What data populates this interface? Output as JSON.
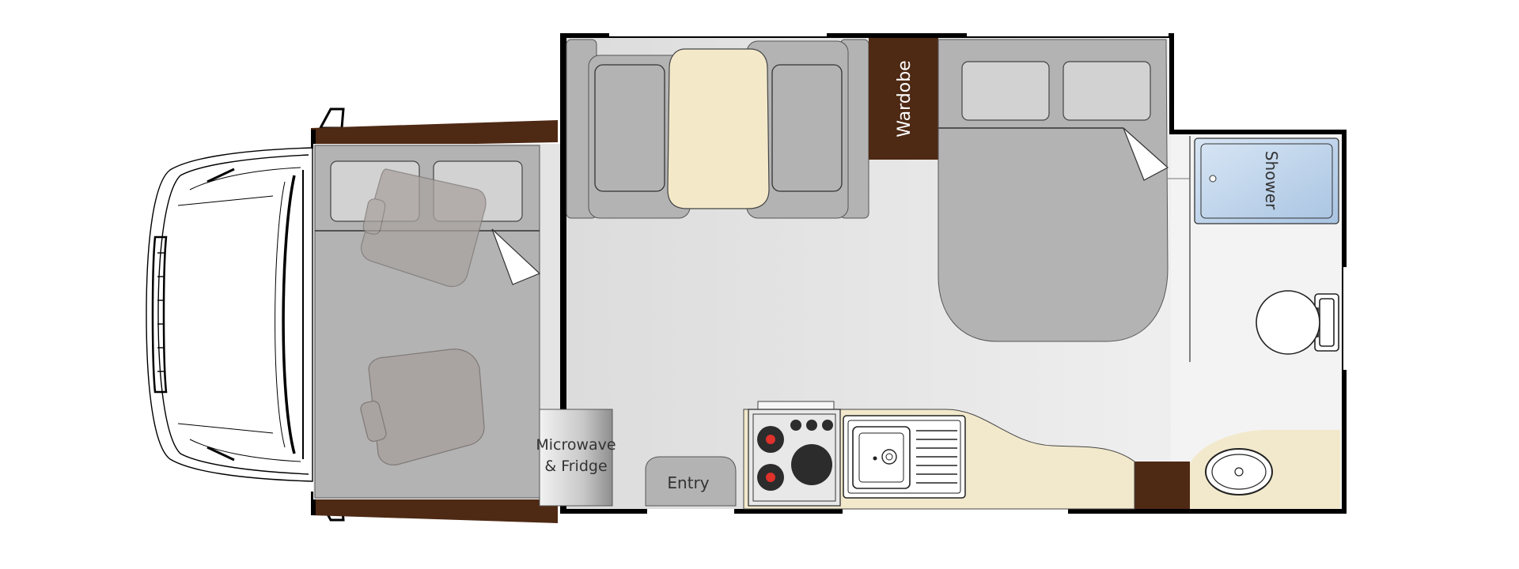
{
  "labels": {
    "wardrobe": "Wardobe",
    "shower": "Shower",
    "microwave_line1": "Microwave",
    "microwave_line2": "& Fridge",
    "entry": "Entry"
  },
  "colors": {
    "wall": "#000000",
    "floor": "#e4e4e4",
    "cushion": "#b3b3b4",
    "cushion_light": "#d2d2d3",
    "table": "#f3e9c9",
    "wood": "#4e2914",
    "bench": "#f2e9cc",
    "shower": "#bcd3ec",
    "seat": "#a9a3a0"
  }
}
